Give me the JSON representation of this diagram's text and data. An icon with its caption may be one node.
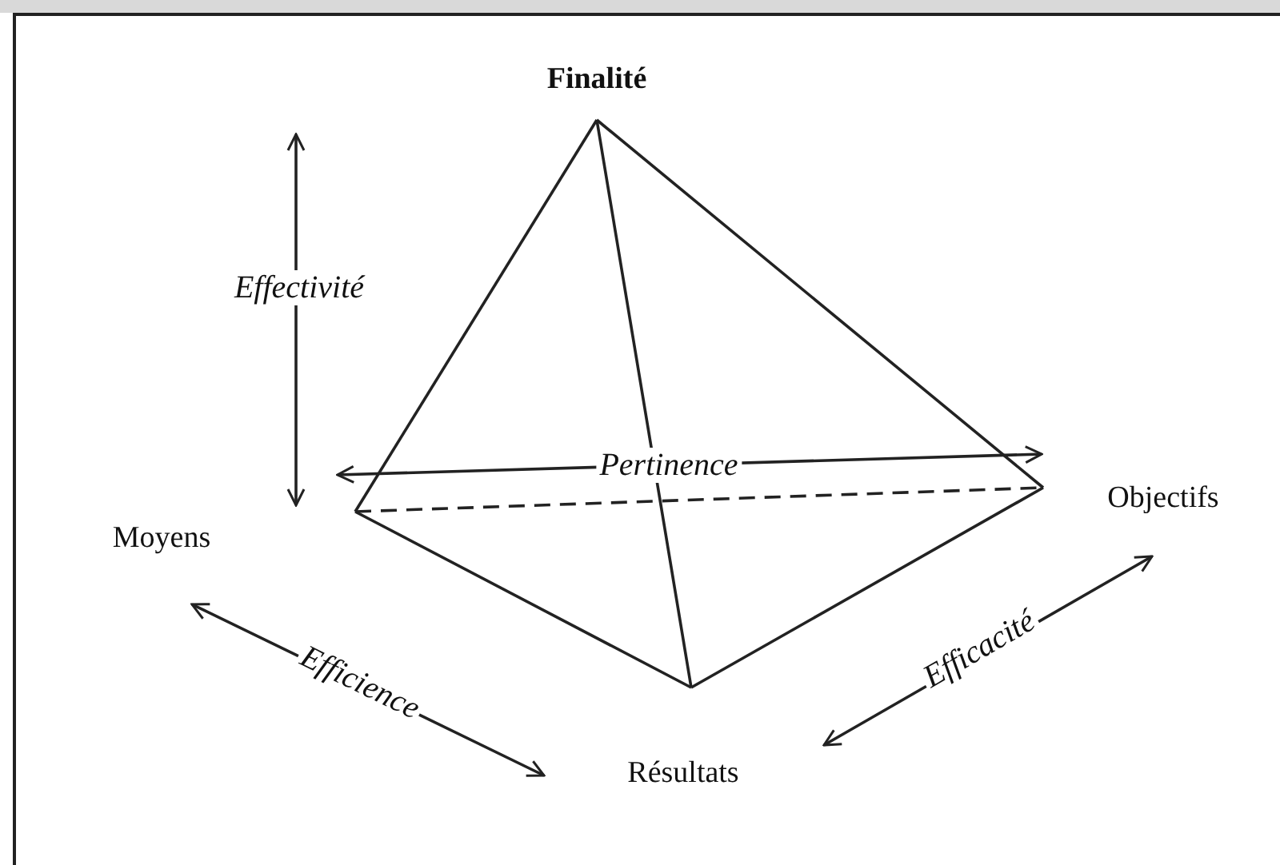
{
  "diagram": {
    "nodes": [
      {
        "text": [
          "Finalité"
        ]
      },
      {
        "text": [
          "Moyens"
        ]
      },
      {
        "text": [
          "Objectifs"
        ]
      },
      {
        "text": [
          "Résultats"
        ]
      }
    ],
    "labels": [
      "Effectivité",
      "Pertinence",
      "Efficience",
      "Efficacité"
    ]
  }
}
